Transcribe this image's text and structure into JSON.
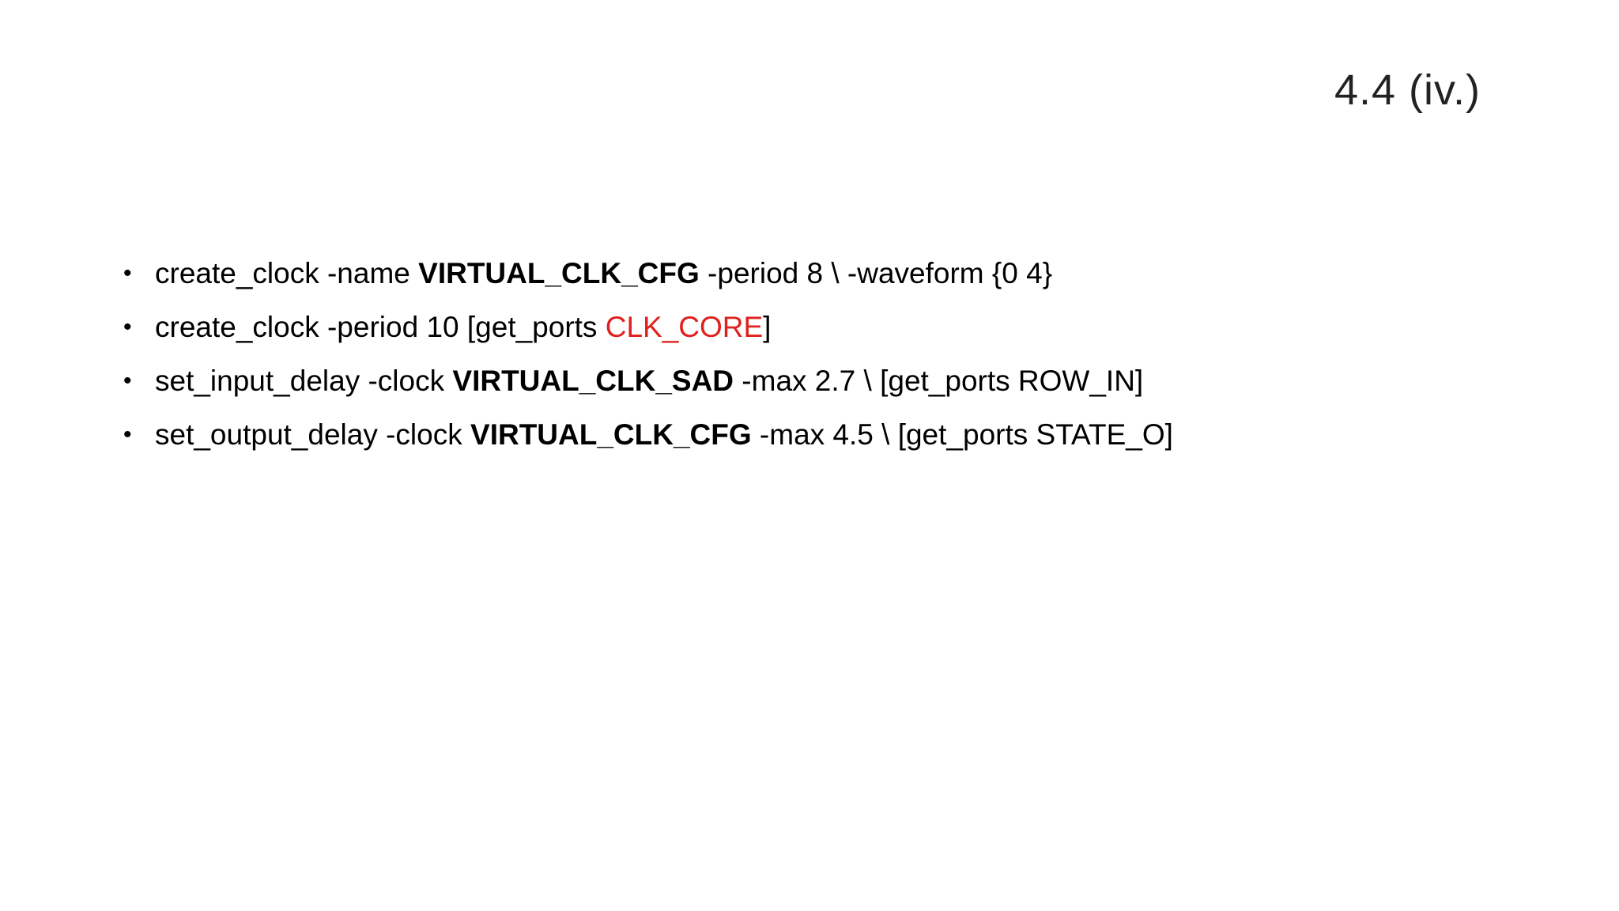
{
  "slide": {
    "title": "4.4 (iv.)",
    "bullet_glyph": "•",
    "colors": {
      "text": "#000000",
      "highlight": "#e0201e",
      "background": "#ffffff"
    },
    "bullets": [
      {
        "pre": "create_clock -name ",
        "bold": "VIRTUAL_CLK_CFG",
        "post": " -period 8 \\ -waveform {0 4}"
      },
      {
        "pre": "create_clock -period 10 [get_ports ",
        "red": "CLK_CORE",
        "post": "]"
      },
      {
        "pre": "set_input_delay -clock ",
        "bold": "VIRTUAL_CLK_SAD",
        "post": " -max 2.7 \\ [get_ports ROW_IN]"
      },
      {
        "pre": "set_output_delay -clock ",
        "bold": "VIRTUAL_CLK_CFG",
        "post": " -max 4.5 \\ [get_ports STATE_O]"
      }
    ]
  }
}
